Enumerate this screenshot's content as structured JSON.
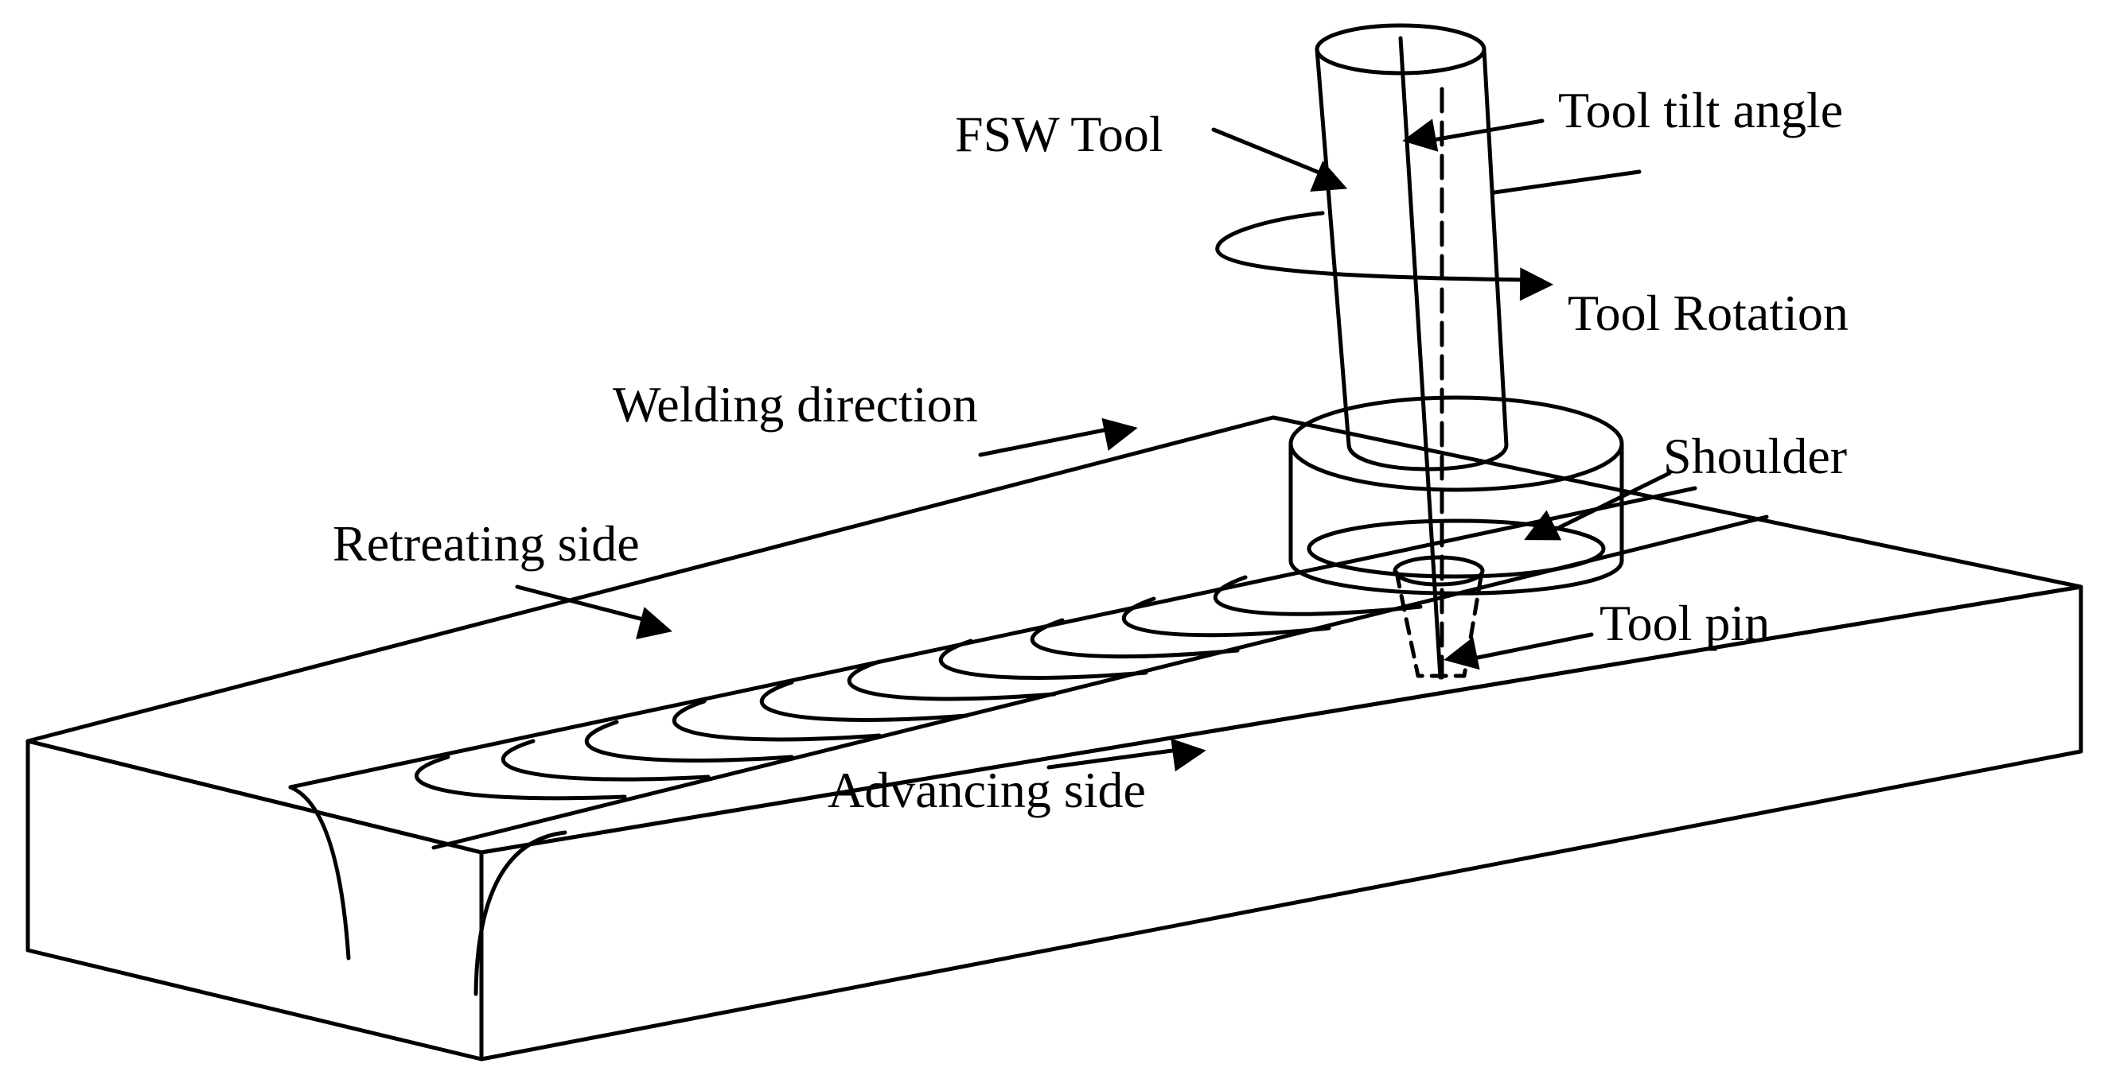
{
  "labels": {
    "fsw_tool": "FSW Tool",
    "tool_tilt_angle": "Tool tilt angle",
    "tool_rotation": "Tool Rotation",
    "welding_direction": "Welding direction",
    "shoulder": "Shoulder",
    "retreating_side": "Retreating side",
    "tool_pin": "Tool pin",
    "advancing_side": "Advancing side"
  },
  "colors": {
    "line": "#000000",
    "background": "#ffffff"
  }
}
